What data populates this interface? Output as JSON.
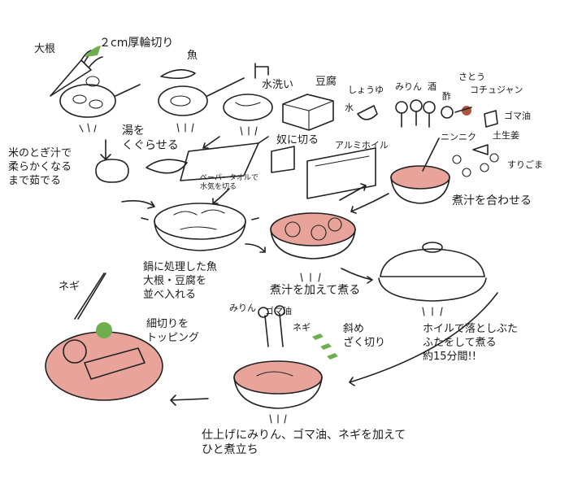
{
  "ingredients": {
    "daikon": "大根",
    "cut_2cm": "２cm厚輪切り",
    "fish": "魚",
    "tofu": "豆腐",
    "soy": "しょうゆ",
    "mirin": "みりん",
    "sake": "酒",
    "vinegar": "酢",
    "sugar": "さとう",
    "gochujang": "コチュジャン",
    "water": "水",
    "sesame_oil": "ゴマ油",
    "garlic": "ニンニク",
    "ginger": "土生姜",
    "ground_sesame": "すりごま",
    "foil": "アルミホイル",
    "paper_towel": "ペーパータオルで\n水気を切る",
    "negi": "ネギ"
  },
  "steps": {
    "rice_water": "米のとぎ汁で\n柔らかくなる\nまで茹でる",
    "boil_water": "湯を\nくぐらせる",
    "rinse": "水洗い",
    "cut_squares": "奴に切る",
    "mix_broth": "煮汁を合わせる",
    "arrange": "鍋に処理した魚\n大根・豆腐を\n並べ入れる",
    "add_broth": "煮汁を加えて煮る",
    "foil_lid": "ホイルで落としぶた\nふたをして煮る\n約15分間!!",
    "slice_diag": "斜め\nざく切り",
    "finish": "仕上げにみりん、ゴマ油、ネギを加えて\nひと煮立ち",
    "topping": "細切りを\nトッピング",
    "finish_mirin": "みりん",
    "finish_sesame": "ゴマ油",
    "finish_negi": "ネギ",
    "topping_negi": "ネギ"
  }
}
